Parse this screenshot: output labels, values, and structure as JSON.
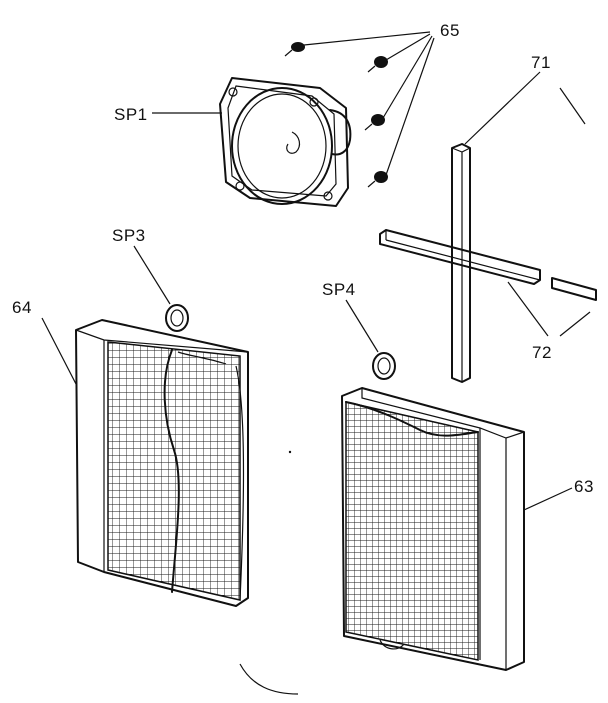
{
  "labels": {
    "sp1": "SP1",
    "sp3": "SP3",
    "sp4": "SP4",
    "part64": "64",
    "part65": "65",
    "part71": "71",
    "part72": "72",
    "part63": "63"
  },
  "colors": {
    "ink": "#111111",
    "paper": "#ffffff"
  }
}
